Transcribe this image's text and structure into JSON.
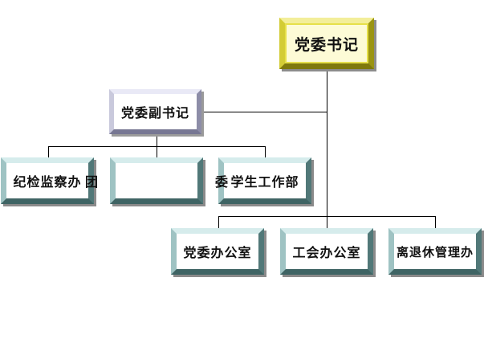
{
  "org_chart": {
    "secretary": "党委书记",
    "deputy_secretary": "党委副书记",
    "departments_under_deputy": [
      "纪检监察办",
      "团　　委",
      "学生工作部"
    ],
    "departments_under_secretary": [
      "党委办公室",
      "工会办公室",
      "离退休管理办"
    ]
  },
  "colors": {
    "secretary_fill": "#fdfbd6",
    "secretary_border": "#e6e04a",
    "deputy_border": "#c9c9dc",
    "department_border": "#9fc3c3",
    "connector": "#000000"
  }
}
